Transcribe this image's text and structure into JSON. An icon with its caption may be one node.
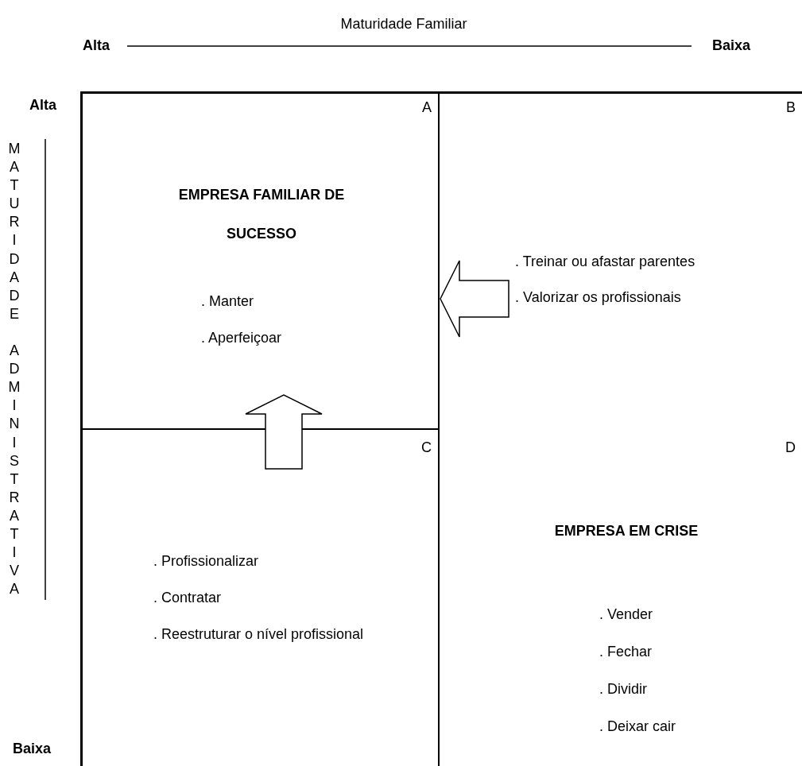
{
  "diagram": {
    "nodes": [
      {
        "text": [
          "A",
          "EMPRESA FAMILIAR DE SUCESSO",
          ". Manter",
          ". Aperfeiçoar"
        ]
      },
      {
        "text": [
          "B",
          ". Treinar ou afastar parentes",
          ". Valorizar os profissionais"
        ]
      },
      {
        "text": [
          "C",
          ". Profissionalizar",
          ". Contratar",
          ". Reestruturar o nível profissional"
        ]
      },
      {
        "text": [
          "D",
          "EMPRESA EM CRISE",
          ". Vender",
          ". Fechar",
          ". Dividir",
          ". Deixar cair"
        ]
      }
    ],
    "edges": [
      {
        "from": 1,
        "to": 0,
        "arrow": "to"
      },
      {
        "from": 2,
        "to": 0,
        "arrow": "to"
      }
    ],
    "labels": [
      "Maturidade Familiar",
      "Alta",
      "Baixa",
      "Alta",
      "MATURIDADE ADMINISTRATIVA",
      "Baixa"
    ]
  }
}
